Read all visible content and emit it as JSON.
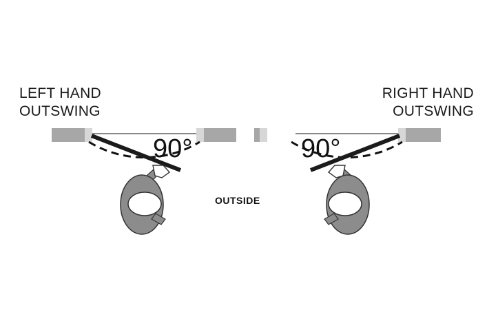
{
  "left": {
    "line1": "LEFT HAND",
    "line2": "OUTSWING",
    "angle": "90°"
  },
  "right": {
    "line1": "RIGHT HAND",
    "line2": "OUTSWING",
    "angle": "90°"
  },
  "center_label": "OUTSIDE",
  "colors": {
    "wall": "#a7a7a7",
    "jamb": "#d7d7d7",
    "door": "#1b1b1b",
    "person": "#8c8c8c",
    "head": "#ffffff"
  }
}
